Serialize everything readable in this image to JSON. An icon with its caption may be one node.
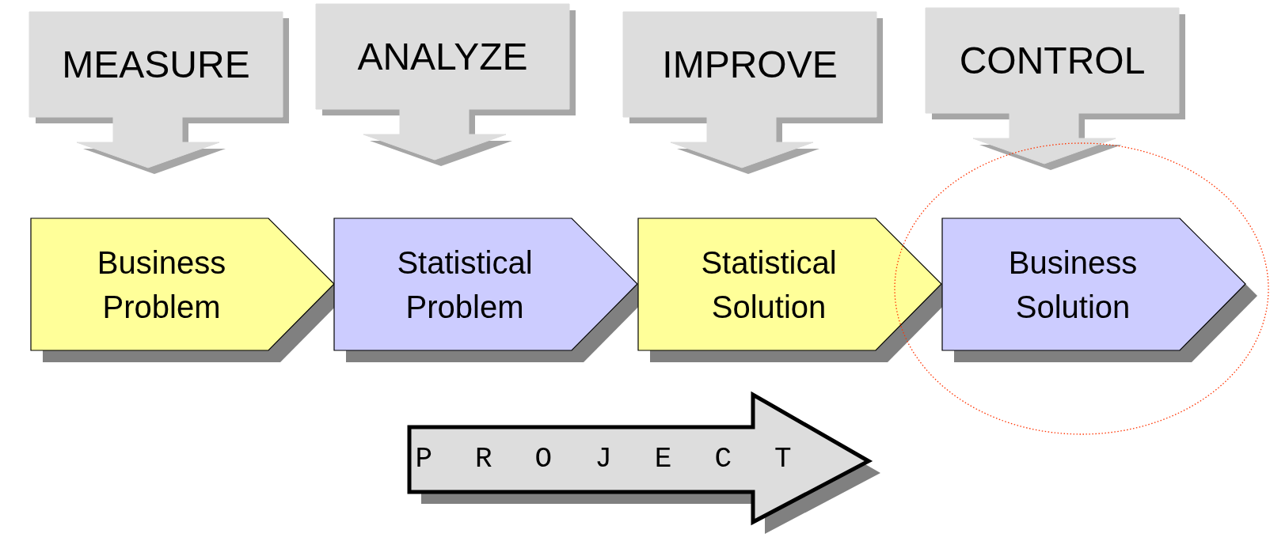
{
  "diagram": {
    "nodes": [
      {
        "text": [
          "MEASURE"
        ]
      },
      {
        "text": [
          "ANALYZE"
        ]
      },
      {
        "text": [
          "IMPROVE"
        ]
      },
      {
        "text": [
          "CONTROL"
        ]
      },
      {
        "text": [
          "Business Problem"
        ]
      },
      {
        "text": [
          "Statistical Problem"
        ]
      },
      {
        "text": [
          "Statistical Solution"
        ]
      },
      {
        "text": [
          "Business Solution"
        ]
      },
      {
        "text": [
          "P R O J E C T"
        ]
      }
    ]
  }
}
